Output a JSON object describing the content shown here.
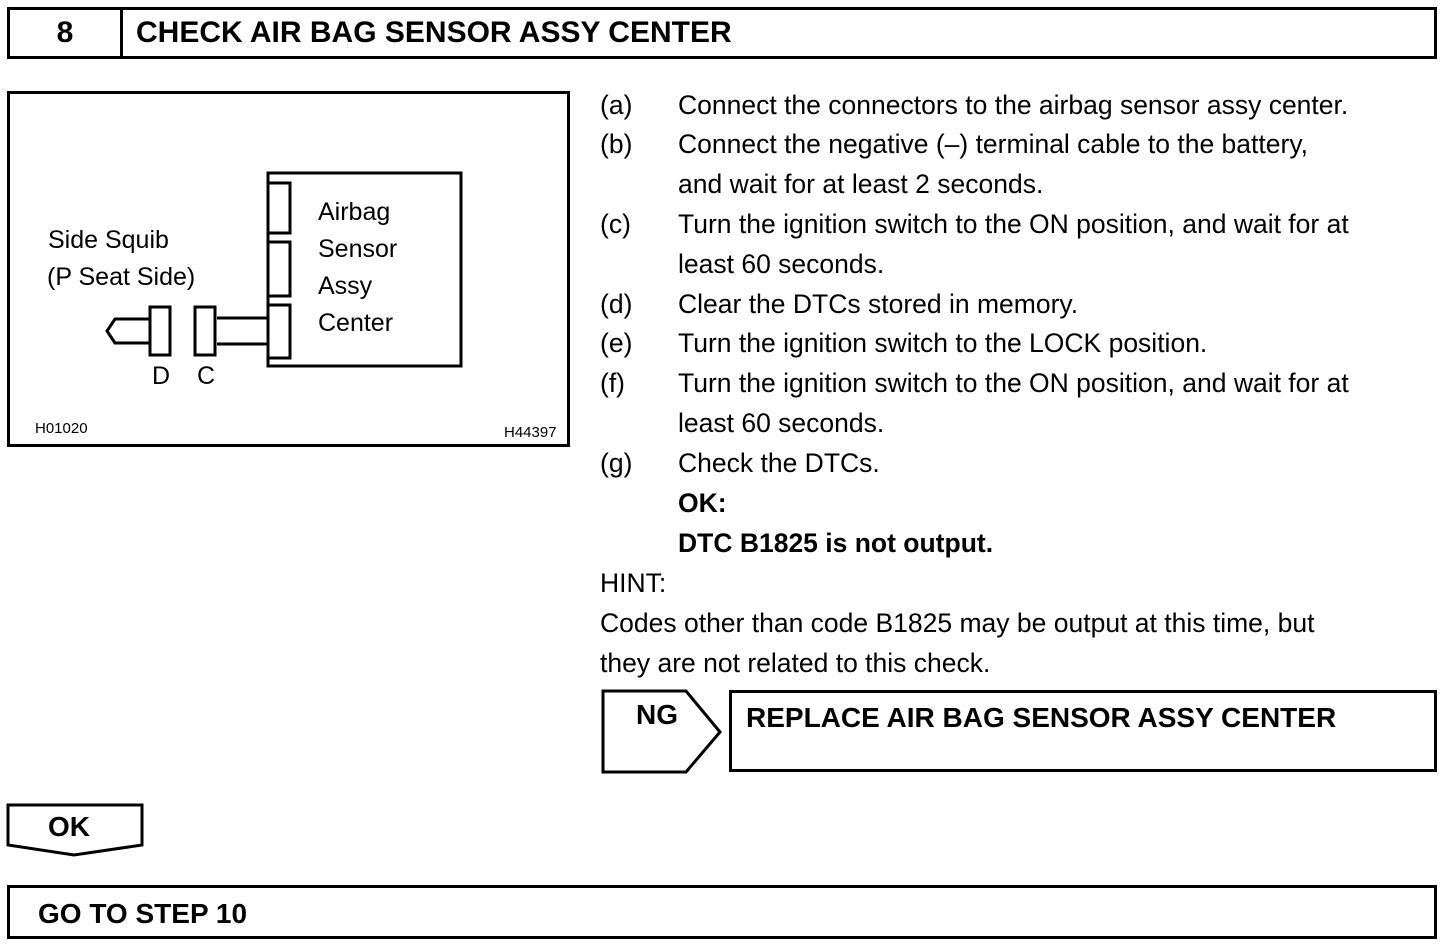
{
  "header": {
    "step_number": "8",
    "title": "CHECK AIR BAG SENSOR ASSY CENTER"
  },
  "figure": {
    "side_squib_line1": "Side Squib",
    "side_squib_line2": "(P Seat Side)",
    "sensor_label": [
      "Airbag",
      "Sensor",
      "Assy",
      "Center"
    ],
    "connector_d": "D",
    "connector_c": "C",
    "code_left": "H01020",
    "code_right": "H44397"
  },
  "steps": [
    {
      "letter": "(a)",
      "lines": [
        "Connect the connectors to the airbag sensor assy center."
      ]
    },
    {
      "letter": "(b)",
      "lines": [
        "Connect the negative (–) terminal cable to the battery,",
        "and wait for at least 2 seconds."
      ]
    },
    {
      "letter": "(c)",
      "lines": [
        "Turn the ignition switch to the ON position, and wait for at",
        "least 60 seconds."
      ]
    },
    {
      "letter": "(d)",
      "lines": [
        "Clear the DTCs stored in memory."
      ]
    },
    {
      "letter": "(e)",
      "lines": [
        "Turn the ignition switch to the LOCK position."
      ]
    },
    {
      "letter": "(f)",
      "lines": [
        "Turn the ignition switch to the ON position, and wait for at",
        "least 60 seconds."
      ]
    },
    {
      "letter": "(g)",
      "lines": [
        "Check the DTCs."
      ]
    }
  ],
  "ok_criteria": {
    "label": "OK:",
    "text": "DTC B1825 is not output."
  },
  "hint": {
    "label": "HINT:",
    "lines": [
      "Codes other than code B1825 may be output at this time, but",
      "they are not related to this check."
    ]
  },
  "ng": {
    "tag": "NG",
    "action": "REPLACE AIR BAG SENSOR ASSY CENTER"
  },
  "ok_tag": "OK",
  "next": "GO TO STEP 10"
}
